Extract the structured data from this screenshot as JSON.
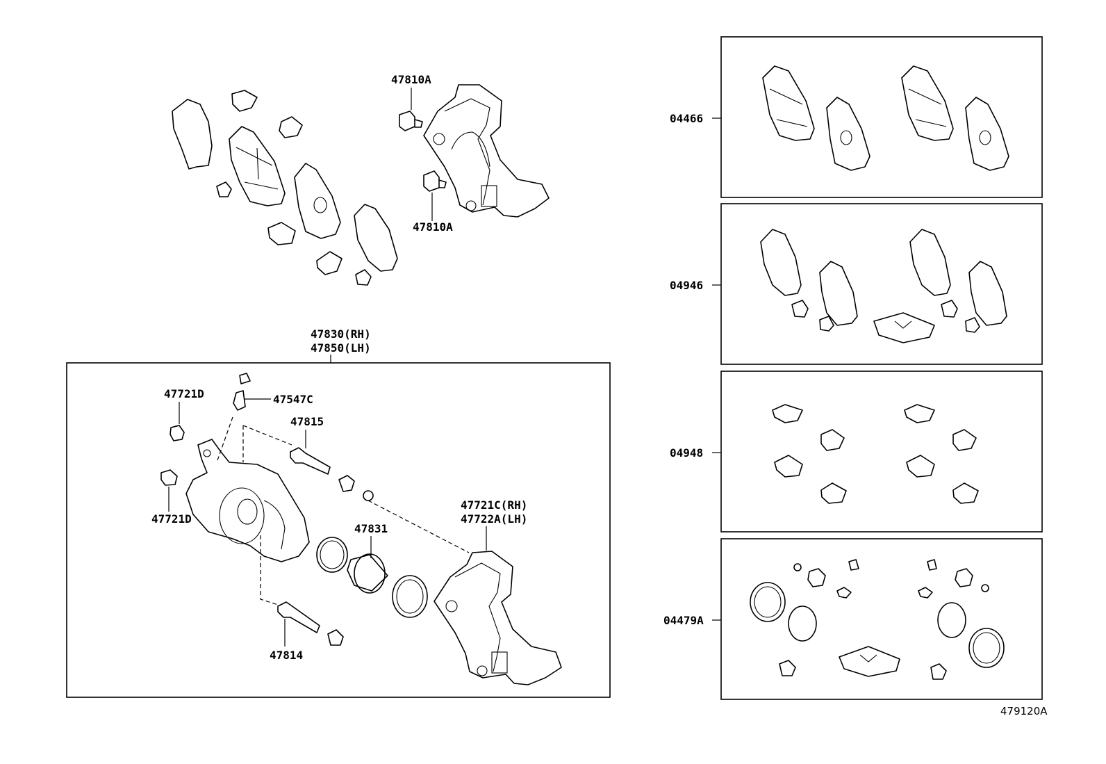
{
  "labels": {
    "bolt_upper": "47810A",
    "bolt_lower": "47810A",
    "caliper_rh": "47830(RH)",
    "caliper_lh": "47850(LH)",
    "bolt_d_top": "47721D",
    "bolt_d_bottom": "47721D",
    "bleeder": "47547C",
    "pin_upper": "47815",
    "pin_lower": "47814",
    "piston": "47831",
    "mount_rh": "47721C(RH)",
    "mount_lh": "47722A(LH)"
  },
  "kits": [
    {
      "code": "04466"
    },
    {
      "code": "04946"
    },
    {
      "code": "04948"
    },
    {
      "code": "04479A"
    }
  ],
  "figure_id": "479120A"
}
